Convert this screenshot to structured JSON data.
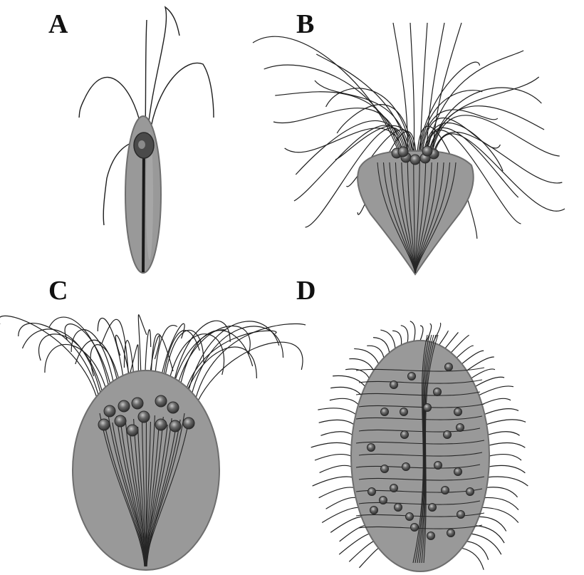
{
  "panels": [
    {
      "id": "a",
      "label": "A"
    },
    {
      "id": "b",
      "label": "B"
    },
    {
      "id": "c",
      "label": "C"
    },
    {
      "id": "d",
      "label": "D"
    }
  ],
  "colors": {
    "cell_fill": "#9a9a9a",
    "cell_stroke": "#6e6e6e",
    "flagellum": "#1e1e1e",
    "basal_body": "#5a5a5a",
    "basal_body_highlight": "#b8b8b8",
    "background": "#ffffff"
  }
}
